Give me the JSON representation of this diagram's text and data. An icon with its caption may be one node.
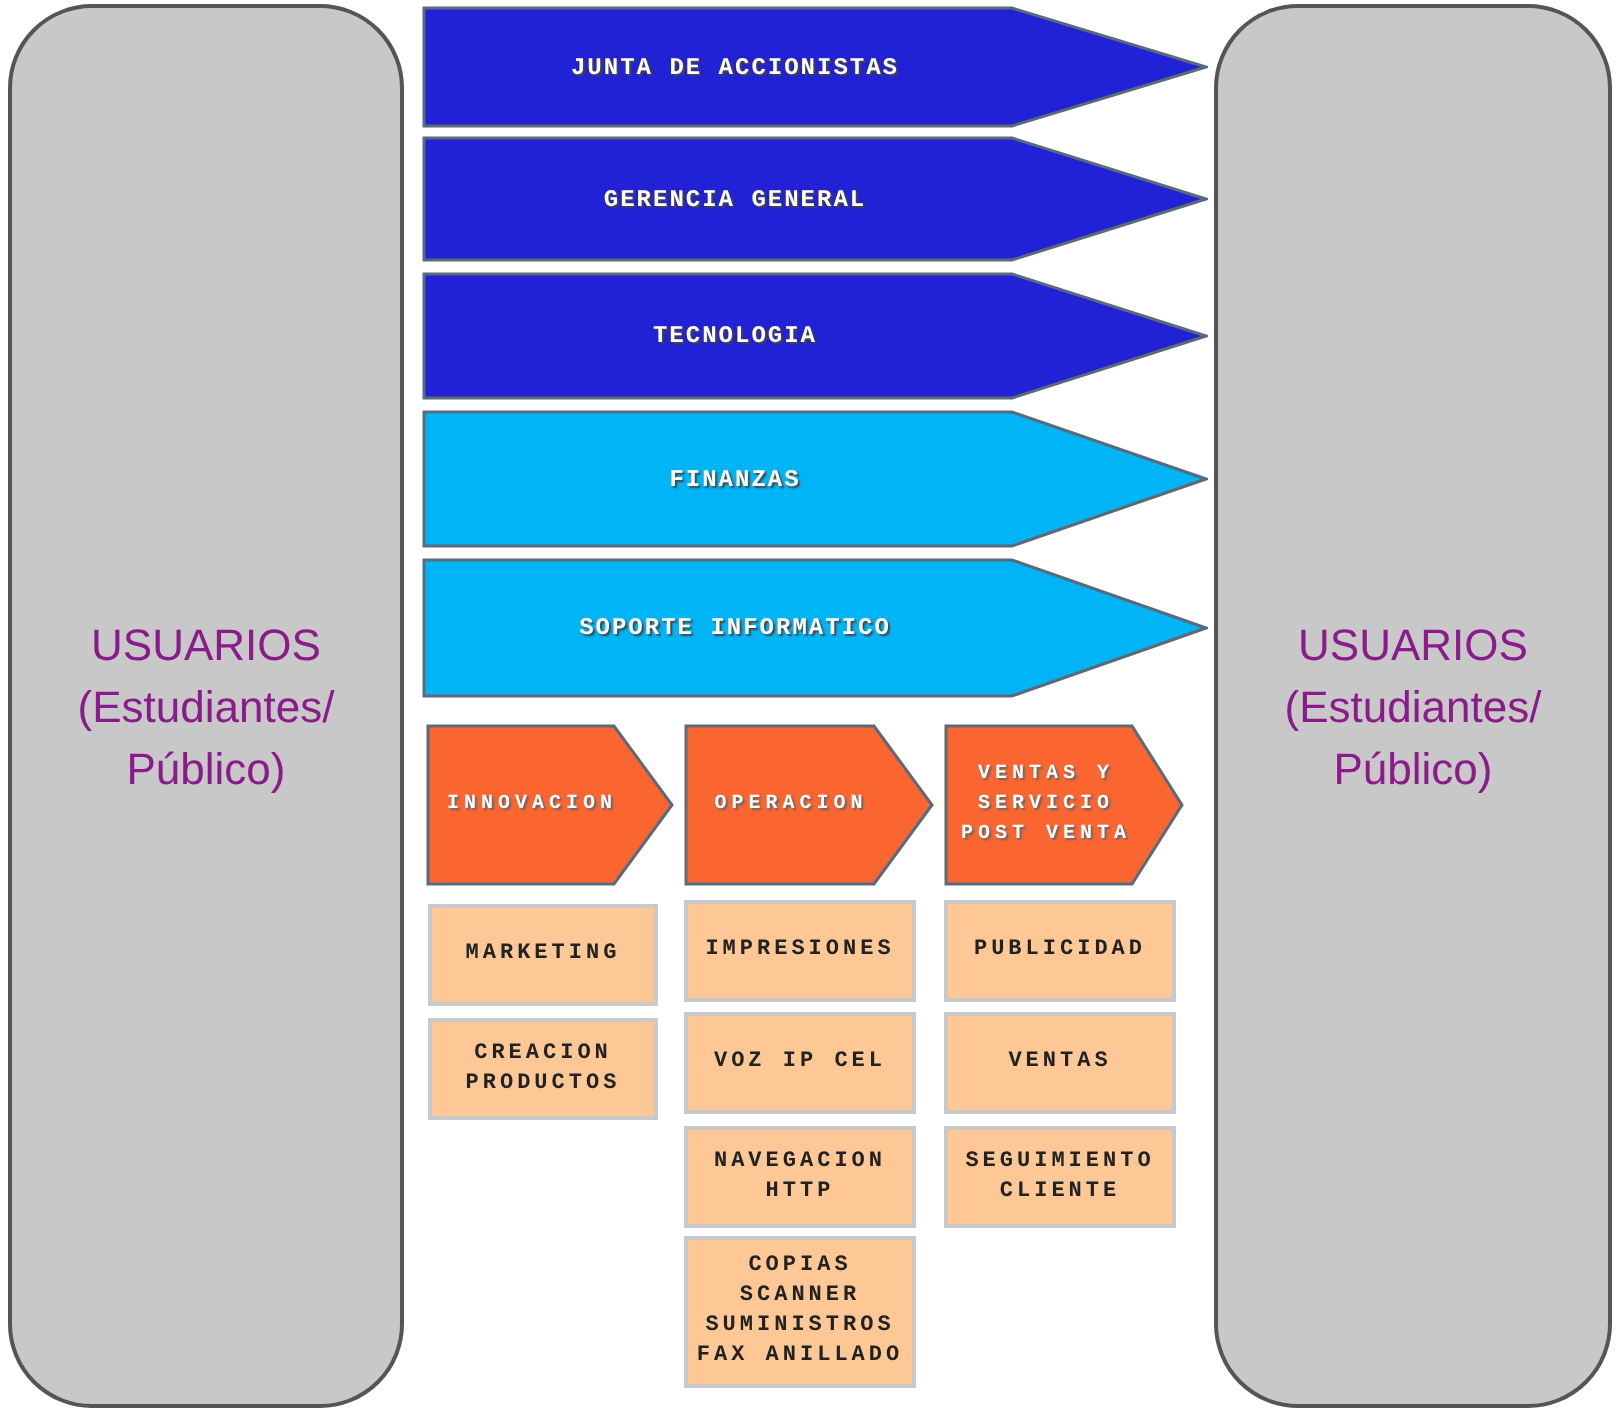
{
  "diagram": {
    "nodes": [
      {
        "text": [
          "USUARIOS (Estudiantes/ Público)"
        ]
      },
      {
        "text": [
          "JUNTA DE ACCIONISTAS"
        ]
      },
      {
        "text": [
          "GERENCIA GENERAL"
        ]
      },
      {
        "text": [
          "TECNOLOGIA"
        ]
      },
      {
        "text": [
          "FINANZAS"
        ]
      },
      {
        "text": [
          "SOPORTE INFORMATICO"
        ]
      },
      {
        "text": [
          "INNOVACION"
        ]
      },
      {
        "text": [
          "OPERACION"
        ]
      },
      {
        "text": [
          "VENTAS Y SERVICIO POST VENTA"
        ]
      },
      {
        "text": [
          "MARKETING"
        ]
      },
      {
        "text": [
          "IMPRESIONES"
        ]
      },
      {
        "text": [
          "PUBLICIDAD"
        ]
      },
      {
        "text": [
          "CREACION PRODUCTOS"
        ]
      },
      {
        "text": [
          "VOZ IP CEL"
        ]
      },
      {
        "text": [
          "VENTAS"
        ]
      },
      {
        "text": [
          "NAVEGACION HTTP"
        ]
      },
      {
        "text": [
          "SEGUIMIENTO CLIENTE"
        ]
      },
      {
        "text": [
          "COPIAS SCANNER SUMINISTROS FAX ANILLADO"
        ]
      },
      {
        "text": [
          "USUARIOS (Estudiantes/ Público)"
        ]
      }
    ]
  }
}
